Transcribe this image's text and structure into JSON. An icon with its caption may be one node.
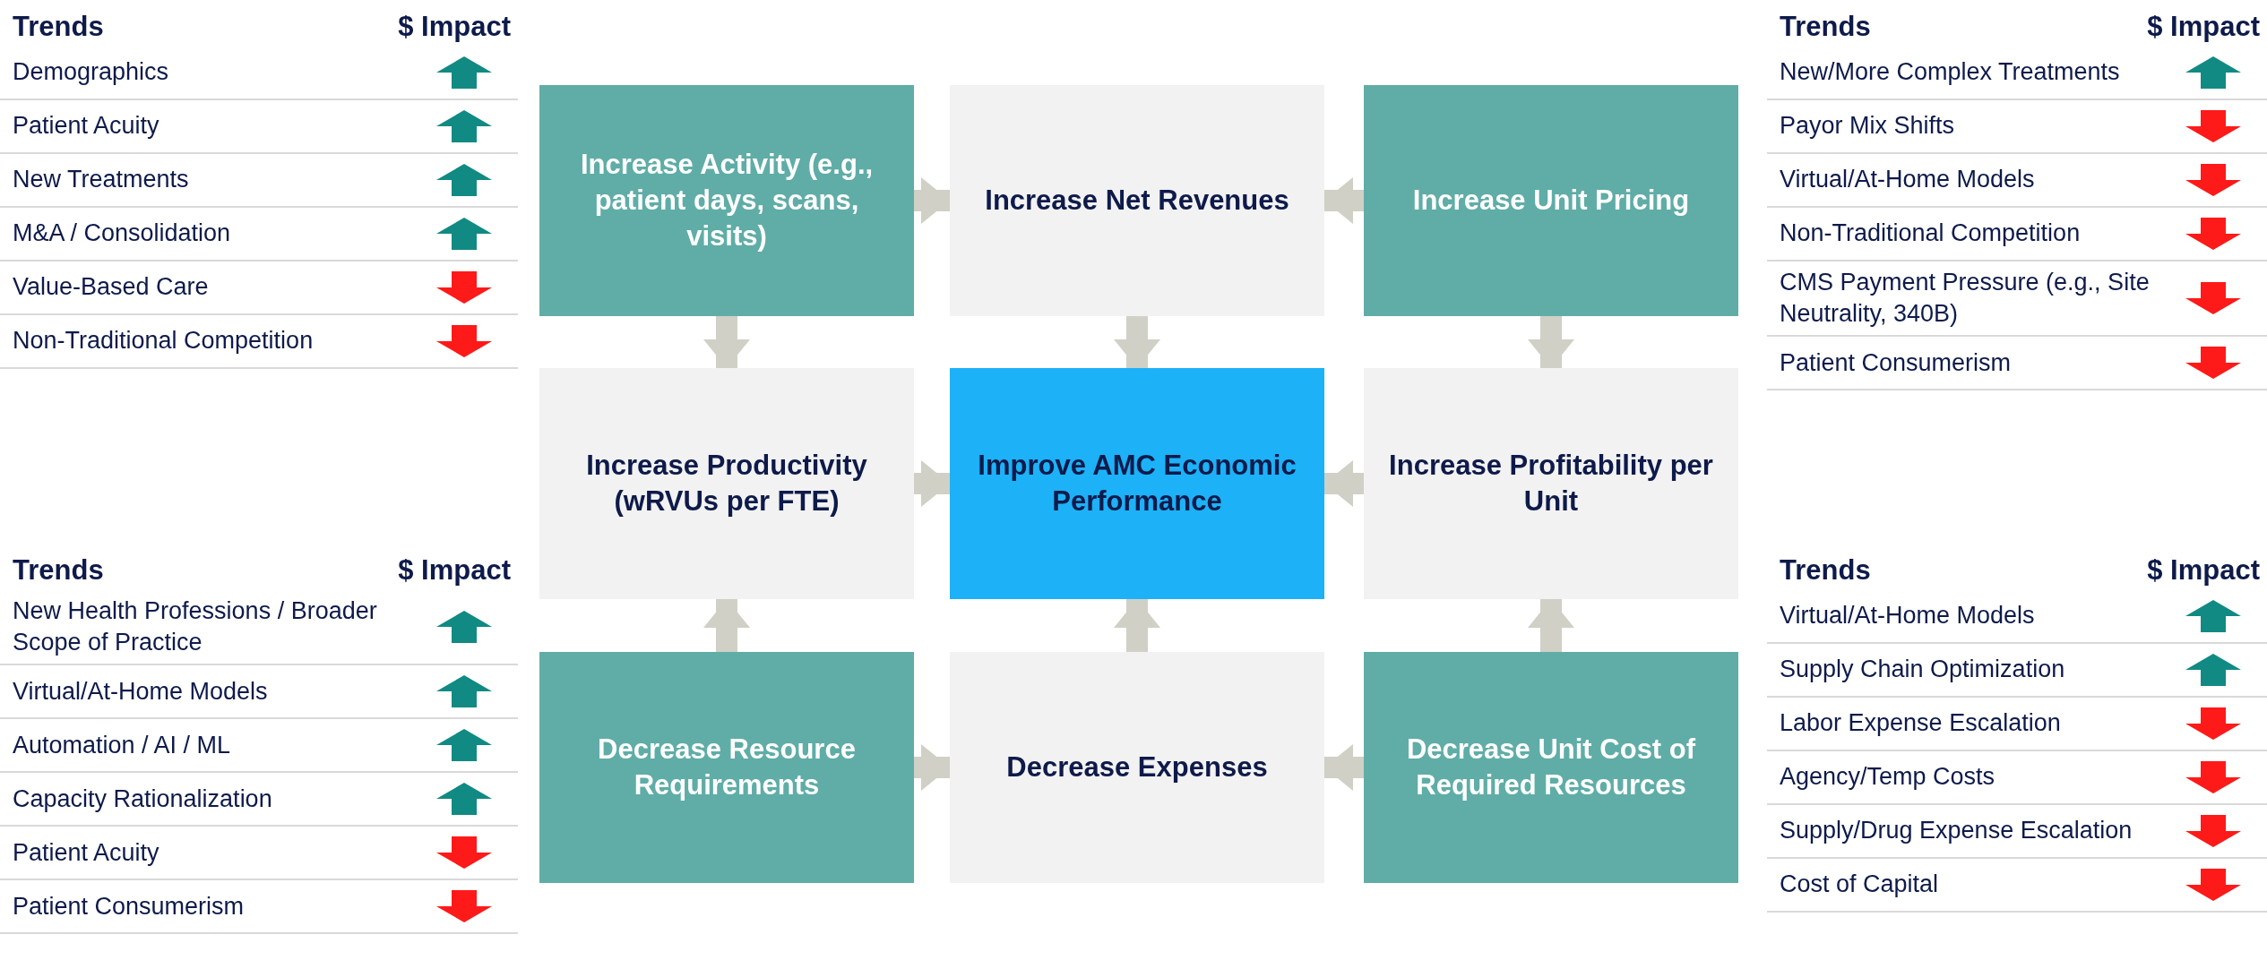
{
  "diagram": {
    "nodes": [
      {
        "text": [
          "Increase Activity (e.g., patient days, scans, visits)"
        ]
      },
      {
        "text": [
          "Increase Net Revenues"
        ]
      },
      {
        "text": [
          "Increase Unit Pricing"
        ]
      },
      {
        "text": [
          "Increase Productivity (wRVUs per FTE)"
        ]
      },
      {
        "text": [
          "Improve AMC Economic Performance"
        ]
      },
      {
        "text": [
          "Increase Profitability per Unit"
        ]
      },
      {
        "text": [
          "Decrease Resource Requirements"
        ]
      },
      {
        "text": [
          "Decrease Expenses"
        ]
      },
      {
        "text": [
          "Decrease Unit Cost of Required Resources"
        ]
      }
    ],
    "edges": [
      {
        "from": 0,
        "to": 1,
        "arrow": "to"
      },
      {
        "from": 2,
        "to": 1,
        "arrow": "to"
      },
      {
        "from": 0,
        "to": 3,
        "arrow": "to"
      },
      {
        "from": 1,
        "to": 4,
        "arrow": "to"
      },
      {
        "from": 2,
        "to": 5,
        "arrow": "to"
      },
      {
        "from": 3,
        "to": 4,
        "arrow": "to"
      },
      {
        "from": 5,
        "to": 4,
        "arrow": "to"
      },
      {
        "from": 6,
        "to": 3,
        "arrow": "to"
      },
      {
        "from": 7,
        "to": 4,
        "arrow": "to"
      },
      {
        "from": 8,
        "to": 5,
        "arrow": "to"
      },
      {
        "from": 6,
        "to": 7,
        "arrow": "to"
      },
      {
        "from": 8,
        "to": 7,
        "arrow": "to"
      }
    ],
    "labels": [
      "Trends",
      "$ Impact",
      "Demographics",
      "Patient Acuity",
      "New Treatments",
      "M&A / Consolidation",
      "Value-Based Care",
      "Non-Traditional Competition",
      "Trends",
      "$ Impact",
      "New/More Complex Treatments",
      "Payor Mix Shifts",
      "Virtual/At-Home Models",
      "Non-Traditional Competition",
      "CMS Payment Pressure (e.g., Site Neutrality, 340B)",
      "Patient Consumerism",
      "Trends",
      "$ Impact",
      "New Health Professions / Broader Scope of Practice",
      "Virtual/At-Home Models",
      "Automation / AI / ML",
      "Capacity Rationalization",
      "Patient Acuity",
      "Patient Consumerism",
      "Trends",
      "$ Impact",
      "Virtual/At-Home Models",
      "Supply Chain Optimization",
      "Labor Expense Escalation",
      "Agency/Temp Costs",
      "Supply/Drug Expense Escalation",
      "Cost of Capital"
    ]
  }
}
